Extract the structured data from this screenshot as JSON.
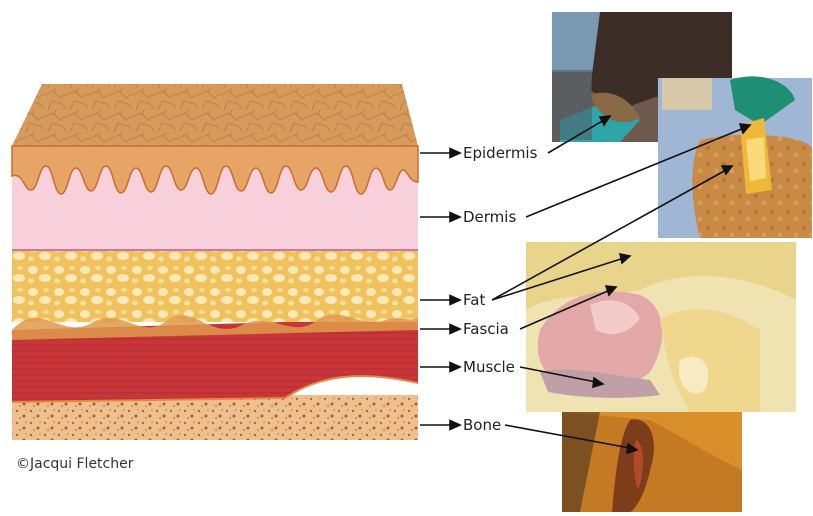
{
  "diagram": {
    "labels": {
      "epidermis": "Epidermis",
      "dermis": "Dermis",
      "fat": "Fat",
      "fascia": "Fascia",
      "muscle": "Muscle",
      "bone": "Bone"
    },
    "credit": "©Jacqui Fletcher"
  },
  "colors": {
    "skin_surface": "#d59a5c",
    "epidermis": "#e7a467",
    "dermis": "#f7d0dc",
    "fat": "#f1c25c",
    "muscle": "#c8363a",
    "bone": "#efbf8e",
    "line": "#111111"
  }
}
